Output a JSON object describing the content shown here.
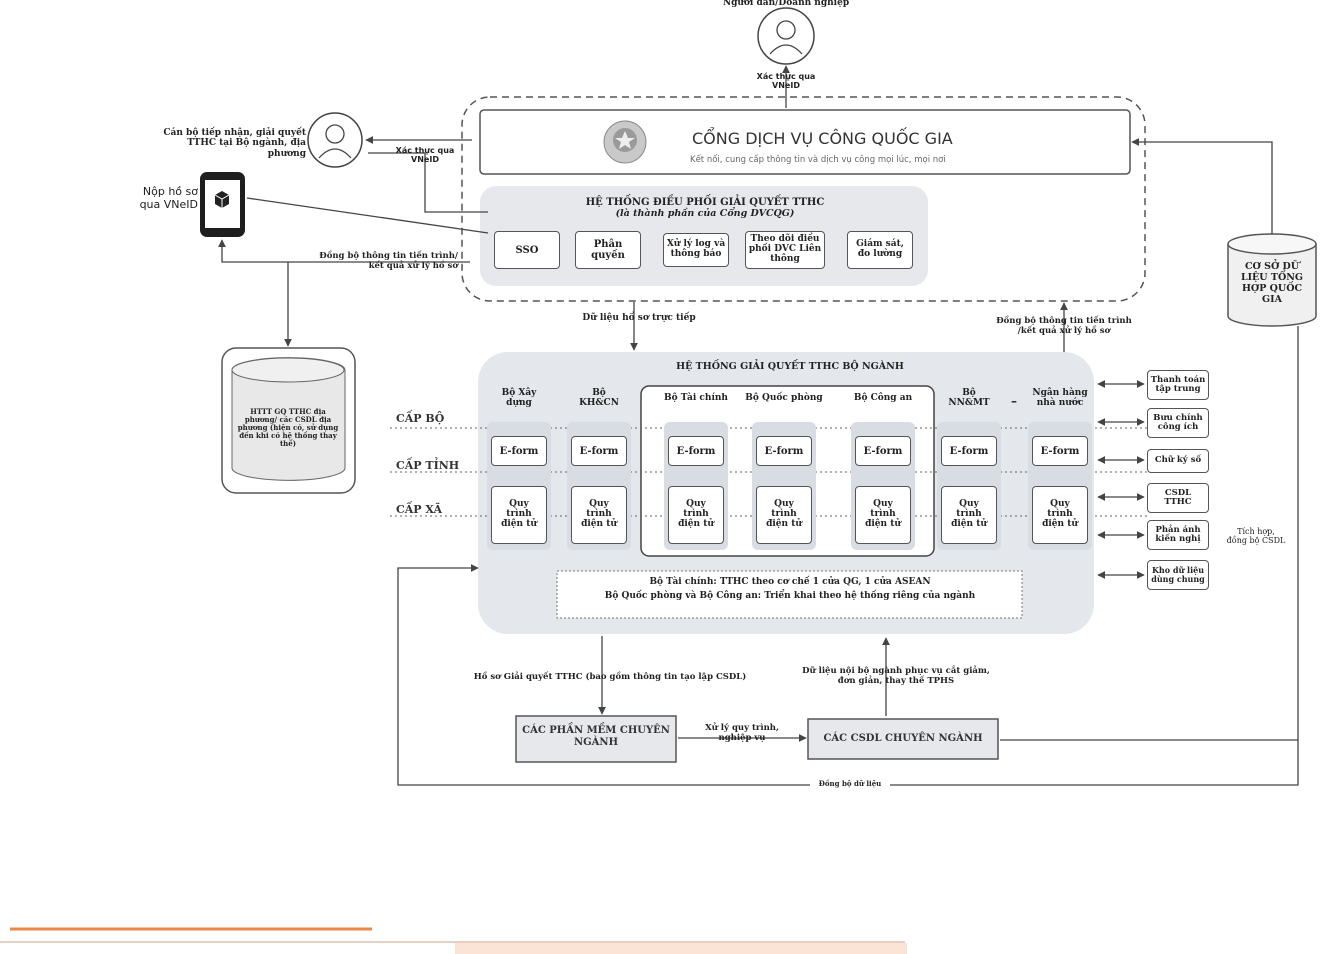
{
  "citizen": {
    "label": "Người dân/Doanh nghiệp",
    "auth": "Xác thực qua\nVNeID"
  },
  "officer": {
    "label": "Cán bộ tiếp nhận, giải quyết\nTTHC tại Bộ ngành, địa phương",
    "auth": "Xác thực qua\nVNeID"
  },
  "mobile": {
    "label": "Nộp hồ sơ\nqua VNeID"
  },
  "portal": {
    "title": "CỔNG DỊCH VỤ CÔNG QUỐC GIA",
    "subtitle": "Kết nối, cung cấp thông tin và dịch vụ công mọi lúc, mọi nơi"
  },
  "coordination": {
    "title": "HỆ THỐNG ĐIỀU PHỐI GIẢI QUYẾT TTHC",
    "subtitle": "(là thành phần của Cổng DVCQG)",
    "modules": [
      "SSO",
      "Phân quyền",
      "Xử lý log và\nthông báo",
      "Theo dõi điều\nphối DVC Liên\nthông",
      "Giám sát,\nđo lường"
    ]
  },
  "sync_left": "Đồng bộ thông tin tiến trình/\nkết quả xử lý hồ sơ",
  "local_db": "HTTT GQ TTHC địa\nphương/ các CSDL địa\nphương (hiện có, sử dụng\nđến khi có hệ thống thay\nthế)",
  "direct_data": "Dữ liệu hồ sơ trực tiếp",
  "sync_right": "Đồng bộ thông tin tiến trình\n/kết quả xử lý hồ sơ",
  "national_db": "CƠ SỞ DỮ\nLIỆU TỔNG\nHỢP QUỐC\nGIA",
  "integrate": "Tích hợp,\nđồng bộ CSDL",
  "ministry_system": {
    "title": "HỆ THỐNG GIẢI QUYẾT TTHC BỘ NGÀNH",
    "levels": [
      "CẤP BỘ",
      "CẤP TỈNH",
      "CẤP XÃ"
    ],
    "ministries": [
      "Bộ Xây\ndựng",
      "Bộ\nKH&CN",
      "Bộ Tài chính",
      "Bộ Quốc phòng",
      "Bộ Công an",
      "Bộ\nNN&MT",
      "Ngân hàng\nnhà nước"
    ],
    "dash": "–",
    "eform": "E-form",
    "process": "Quy\ntrình\nđiện tử",
    "note_line1": "Bộ Tài chính: TTHC theo cơ chế 1 cửa QG, 1 cửa ASEAN",
    "note_line2": "Bộ Quốc phòng và Bộ Công an: Triển khai theo hệ thống riêng của ngành"
  },
  "side_services": [
    "Thanh toán\ntập trung",
    "Bưu chính\ncông ích",
    "Chữ ký số",
    "CSDL\nTTHC",
    "Phản ánh\nkiến nghị",
    "Kho dữ liệu\ndùng chung"
  ],
  "bottom": {
    "dossier": "Hồ sơ Giải quyết TTHC (bao gồm thông tin tạo lập CSDL)",
    "internal": "Dữ liệu nội bộ ngành phục vụ cắt giảm,\nđơn giản, thay thế TPHS",
    "software": "CÁC PHẦN MỀM CHUYÊN\nNGÀNH",
    "process_flow": "Xử lý quy trình,\nnghiệp vụ",
    "special_db": "CÁC CSDL CHUYÊN NGÀNH",
    "sync_data": "Đồng bộ dữ liệu"
  },
  "colors": {
    "line": "#444444",
    "panel": "#e4e7ec",
    "dotted": "#555555",
    "orange": "#e8894a",
    "peach": "#fbe4d6"
  }
}
